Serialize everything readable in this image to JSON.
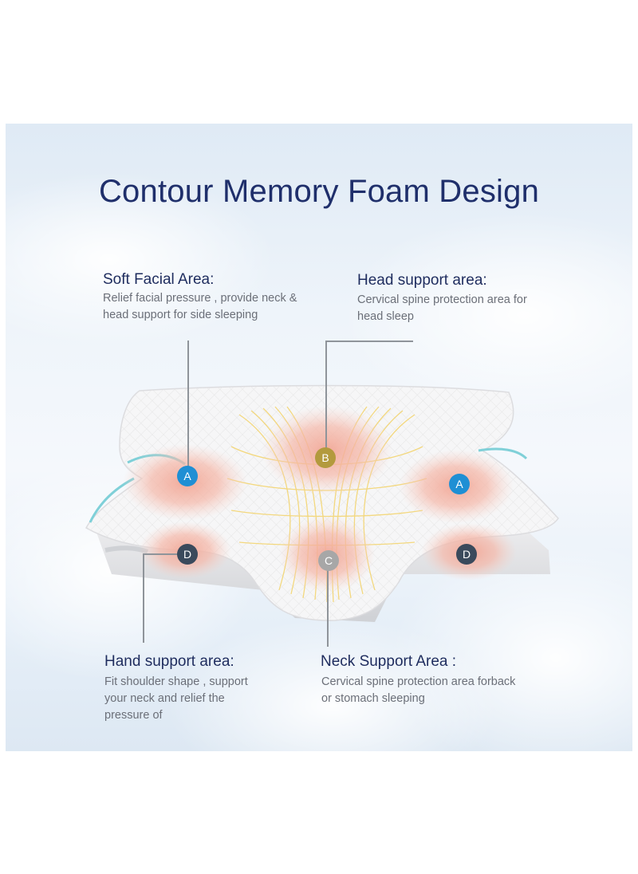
{
  "title": "Contour Memory Foam Design",
  "zones": {
    "soft_facial": {
      "heading": "Soft Facial Area:",
      "desc_lines": [
        "Relief facial pressure , provide neck &",
        "head support for side sleeping"
      ]
    },
    "head_support": {
      "heading": "Head support area:",
      "desc_lines": [
        "Cervical spine protection area for",
        "head sleep"
      ]
    },
    "hand_support": {
      "heading": "Hand support area:",
      "desc_lines": [
        "Fit shoulder shape , support",
        "your neck and relief the",
        "pressure of"
      ]
    },
    "neck_support": {
      "heading": "Neck Support Area :",
      "desc_lines": [
        "Cervical spine protection area forback",
        "or stomach sleeping"
      ]
    }
  },
  "badges": {
    "a": "A",
    "b": "B",
    "c": "C",
    "d": "D"
  },
  "colors": {
    "title": "#1f2f6b",
    "heading": "#1e2c5e",
    "badge_a": "#1f8fd4",
    "badge_b": "#b39a3d",
    "badge_c": "#a7a7a7",
    "badge_d": "#3a4a5c",
    "trim": "#7fd0d8"
  },
  "icons": [
    "pillow-illustration"
  ]
}
